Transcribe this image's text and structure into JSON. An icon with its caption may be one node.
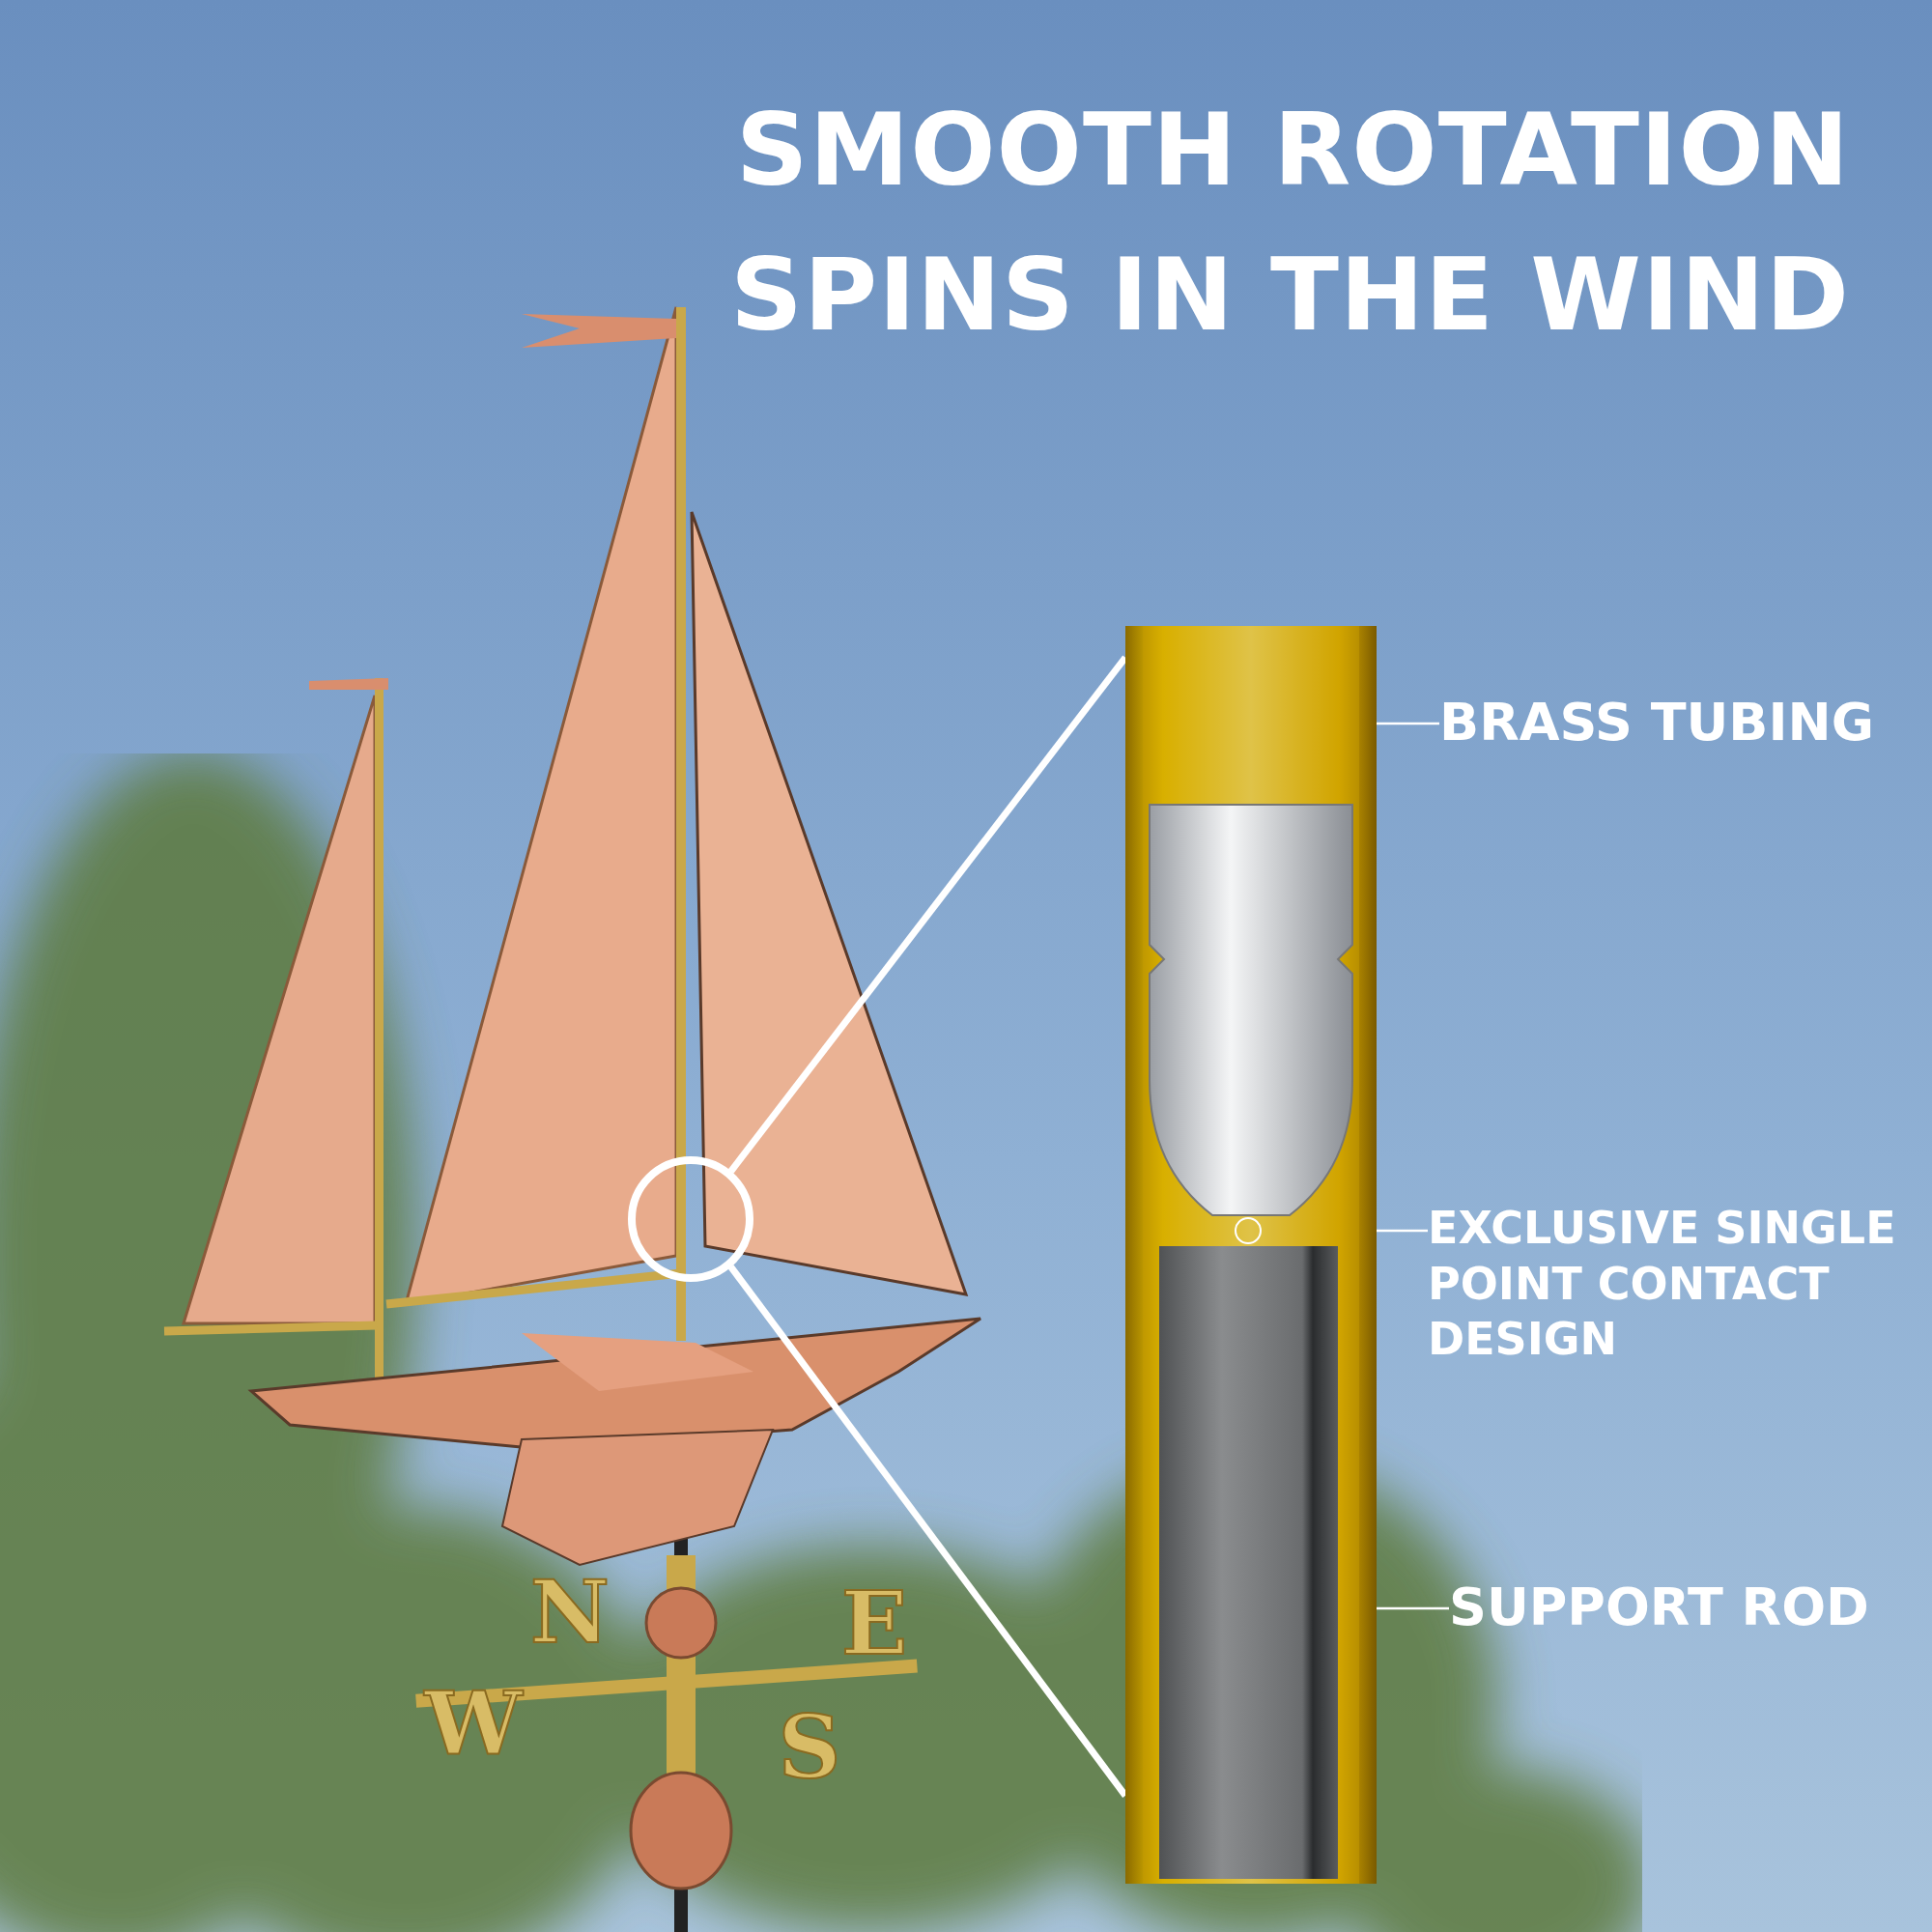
{
  "diagram": {
    "title": "SMOOTH ROTATION SPINS IN THE WIND",
    "nodes": [
      {
        "text": [],
        "shape": "cylinder"
      },
      {
        "text": [],
        "shape": "circle",
        "in": 0
      },
      {
        "text": [],
        "shape": "bar",
        "in": 0
      },
      {
        "text": [],
        "shape": "circle"
      },
      {
        "text": [
          "BRASS TUBING"
        ]
      },
      {
        "text": [
          "EXCLUSIVE SINGLE POINT CONTACT DESIGN"
        ]
      },
      {
        "text": [
          "SUPPORT ROD"
        ]
      }
    ],
    "edges": [
      {
        "from": 4,
        "to": 0,
        "arrow": "none"
      },
      {
        "from": 5,
        "to": 1,
        "arrow": "none"
      },
      {
        "from": 6,
        "to": 2,
        "arrow": "none"
      },
      {
        "from": 3,
        "to": 0,
        "arrow": "none",
        "style": "thick"
      },
      {
        "from": 3,
        "to": 0,
        "arrow": "none",
        "style": "thick"
      }
    ],
    "labels": [
      "N",
      "E",
      "W",
      "S"
    ]
  }
}
